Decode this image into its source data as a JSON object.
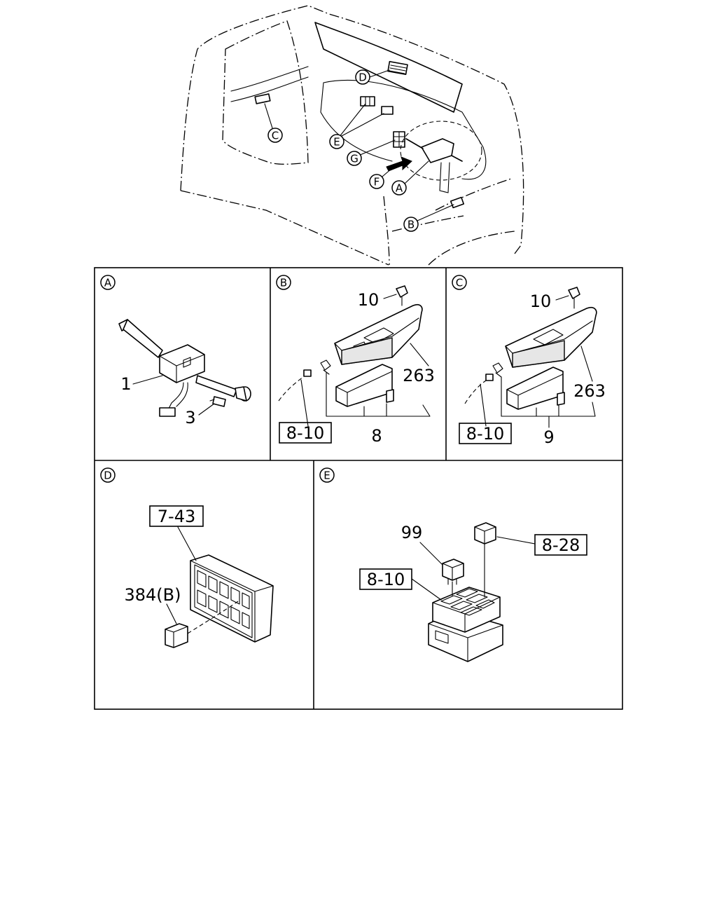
{
  "callouts": {
    "A": "A",
    "B": "B",
    "C": "C",
    "D": "D",
    "E": "E",
    "F": "F",
    "G": "G"
  },
  "panels": {
    "A": {
      "id": "A",
      "parts": {
        "p1": "1",
        "p3": "3"
      }
    },
    "B": {
      "id": "B",
      "parts": {
        "p10": "10",
        "p263": "263",
        "p8": "8"
      },
      "ref": "8-10"
    },
    "C": {
      "id": "C",
      "parts": {
        "p10": "10",
        "p263": "263",
        "p9": "9"
      },
      "ref": "8-10"
    },
    "D": {
      "id": "D",
      "parts": {
        "p384": "384(B)"
      },
      "ref": "7-43"
    },
    "E": {
      "id": "E",
      "parts": {
        "p99": "99"
      },
      "ref_a": "8-10",
      "ref_b": "8-28"
    }
  }
}
